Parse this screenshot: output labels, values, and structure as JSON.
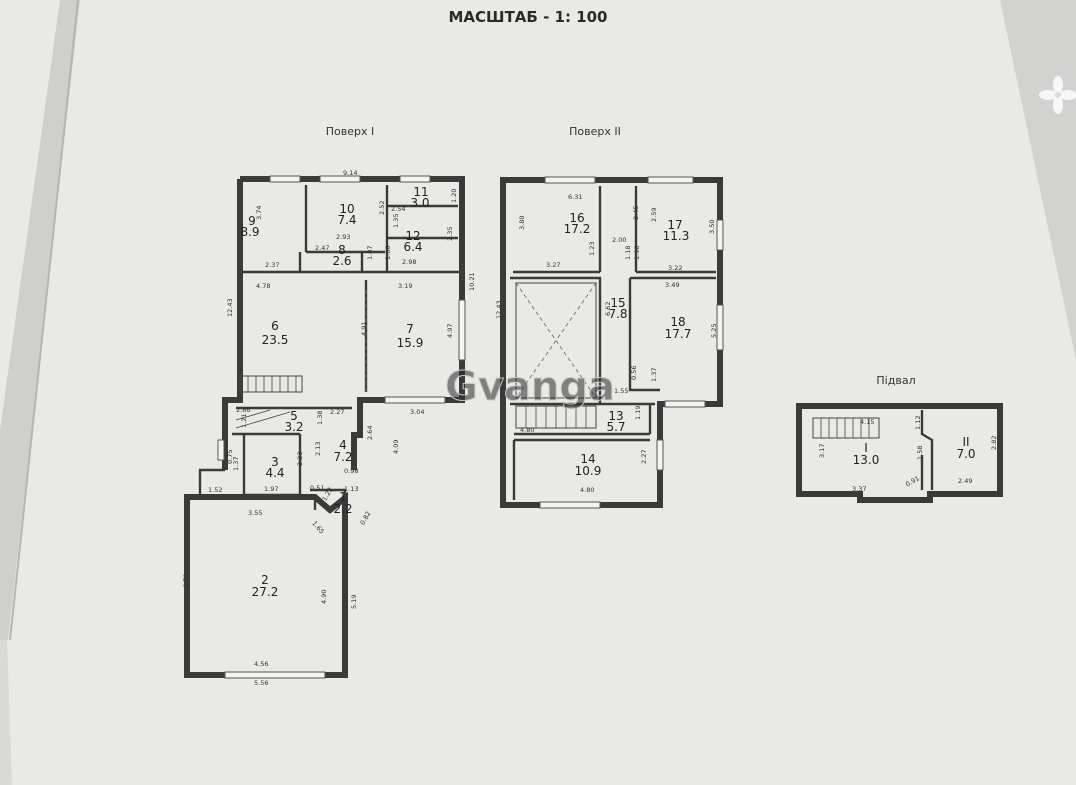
{
  "scale_title": "МАСШТАБ - 1: 100",
  "watermark": "Gvanga",
  "floor1": {
    "title": "Поверх I",
    "rooms": [
      {
        "no": "9",
        "area": "8.9"
      },
      {
        "no": "10",
        "area": "7.4"
      },
      {
        "no": "11",
        "area": "3.0"
      },
      {
        "no": "12",
        "area": "6.4"
      },
      {
        "no": "8",
        "area": "2.6"
      },
      {
        "no": "6",
        "area": "23.5"
      },
      {
        "no": "7",
        "area": "15.9"
      },
      {
        "no": "5",
        "area": "3.2"
      },
      {
        "no": "4",
        "area": "7.2"
      },
      {
        "no": "3",
        "area": "4.4"
      },
      {
        "no": "1",
        "area": "2.2"
      },
      {
        "no": "2",
        "area": "27.2"
      }
    ],
    "dims": [
      "9.14",
      "3.74",
      "2.37",
      "2.93",
      "2.52",
      "2.54",
      "1.20",
      "2.47",
      "1.07",
      "1.00",
      "1.35",
      "2.35",
      "2.98",
      "4.78",
      "3.19",
      "10.21",
      "12.43",
      "4.91",
      "4.97",
      "3.04",
      "2.86",
      "2.27",
      "1.38",
      "2.64",
      "4.09",
      "2.13",
      "2.23",
      "0.98",
      "1.97",
      "0.51",
      "1.13",
      "1.22",
      "1.65",
      "0.82",
      "1.52",
      "3.55",
      "6.78",
      "4.90",
      "5.19",
      "4.56",
      "5.56",
      "1.21",
      "0.75",
      "1.37"
    ]
  },
  "floor2": {
    "title": "Поверх II",
    "rooms": [
      {
        "no": "16",
        "area": "17.2"
      },
      {
        "no": "17",
        "area": "11.3"
      },
      {
        "no": "15",
        "area": "7.8"
      },
      {
        "no": "18",
        "area": "17.7"
      },
      {
        "no": "13",
        "area": "5.7"
      },
      {
        "no": "14",
        "area": "10.9"
      }
    ],
    "dims": [
      "6.31",
      "3.80",
      "2.45",
      "2.59",
      "3.50",
      "2.00",
      "3.27",
      "1.23",
      "1.18",
      "1.98",
      "3.22",
      "3.49",
      "12.43",
      "6.62",
      "5.25",
      "1.55",
      "0.56",
      "1.37",
      "1.19",
      "4.80",
      "2.27",
      "4.80"
    ]
  },
  "basement": {
    "title": "Підвал",
    "rooms": [
      {
        "no": "I",
        "area": "13.0"
      },
      {
        "no": "II",
        "area": "7.0"
      }
    ],
    "dims": [
      "4.15",
      "1.12",
      "3.17",
      "1.58",
      "2.82",
      "3.37",
      "0.91",
      "2.49"
    ]
  }
}
